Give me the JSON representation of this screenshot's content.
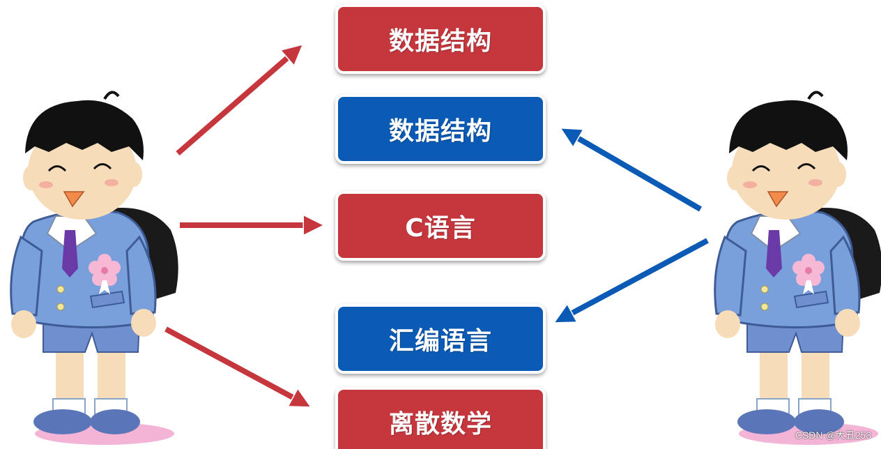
{
  "boxes": [
    {
      "label": "数据结构",
      "color": "#c5373d"
    },
    {
      "label": "数据结构",
      "color": "#0b5ab5"
    },
    {
      "label": "C语言",
      "color": "#c5373d"
    },
    {
      "label": "汇编语言",
      "color": "#0b5ab5"
    },
    {
      "label": "离散数学",
      "color": "#c5373d"
    }
  ],
  "arrow_colors": {
    "red": "#c5373d",
    "blue": "#0b5ab5"
  },
  "watermark": "CSDN @大丑253"
}
